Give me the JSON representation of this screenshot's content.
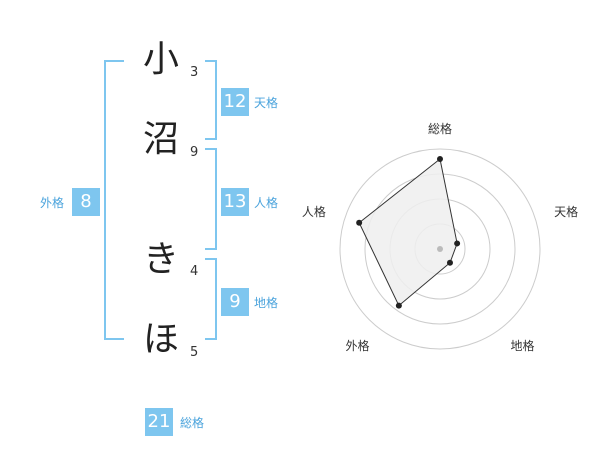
{
  "name": {
    "chars": [
      "小",
      "沼",
      "き",
      "ほ"
    ],
    "strokes": [
      "3",
      "9",
      "4",
      "5"
    ]
  },
  "fortune": {
    "tenkaku": {
      "label": "天格",
      "value": "12"
    },
    "jinkaku": {
      "label": "人格",
      "value": "13"
    },
    "chikaku": {
      "label": "地格",
      "value": "9"
    },
    "gaikaku": {
      "label": "外格",
      "value": "8"
    },
    "soukaku": {
      "label": "総格",
      "value": "21"
    }
  },
  "chart_data": {
    "type": "radar",
    "axes": [
      "総格",
      "天格",
      "地格",
      "外格",
      "人格"
    ],
    "values": [
      0.9,
      0.18,
      0.17,
      0.7,
      0.85
    ],
    "range": [
      0,
      1
    ],
    "rings": 4,
    "colors": {
      "fill": "#efefef",
      "line": "#333333",
      "ring": "#cccccc",
      "dot": "#222222",
      "center": "#bbbbbb"
    }
  },
  "colors": {
    "accent": "#7ec6ef",
    "label": "#4aa3dc"
  }
}
